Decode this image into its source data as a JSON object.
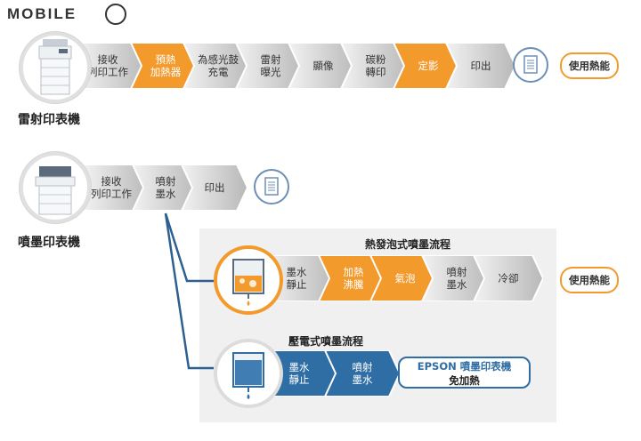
{
  "logo": {
    "text": "MOBILE"
  },
  "laser": {
    "title": "雷射印表機",
    "steps": [
      {
        "label": "接收\n列印工作",
        "type": "gray"
      },
      {
        "label": "預熱\n加熱器",
        "type": "orange"
      },
      {
        "label": "為感光鼓\n充電",
        "type": "gray"
      },
      {
        "label": "雷射\n曝光",
        "type": "gray"
      },
      {
        "label": "顯像",
        "type": "gray"
      },
      {
        "label": "碳粉\n轉印",
        "type": "gray"
      },
      {
        "label": "定影",
        "type": "orange"
      },
      {
        "label": "印出",
        "type": "gray"
      }
    ],
    "tag": "使用熱能"
  },
  "inkjet": {
    "title": "噴墨印表機",
    "steps": [
      {
        "label": "接收\n列印工作",
        "type": "gray"
      },
      {
        "label": "噴射\n墨水",
        "type": "gray"
      },
      {
        "label": "印出",
        "type": "gray"
      }
    ]
  },
  "thermal": {
    "title": "熱發泡式噴墨流程",
    "steps": [
      {
        "label": "墨水\n靜止",
        "type": "gray"
      },
      {
        "label": "加熱\n沸騰",
        "type": "orange"
      },
      {
        "label": "氣泡",
        "type": "orange"
      },
      {
        "label": "噴射\n墨水",
        "type": "gray"
      },
      {
        "label": "冷卻",
        "type": "gray"
      }
    ],
    "tag": "使用熱能"
  },
  "piezo": {
    "title": "壓電式噴墨流程",
    "steps": [
      {
        "label": "墨水\n靜止",
        "type": "blue"
      },
      {
        "label": "噴射\n墨水",
        "type": "blue"
      }
    ],
    "epson_brand": "EPSON 噴墨印表機",
    "epson_note": "免加熱"
  },
  "colors": {
    "gray_light": "#f2f2f2",
    "gray_dark": "#b8b8b8",
    "orange": "#f39a2d",
    "blue": "#2f6ea4",
    "panel": "#f0f0f0"
  }
}
